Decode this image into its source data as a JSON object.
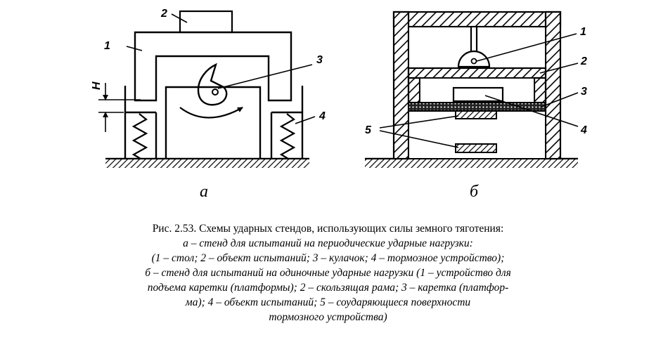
{
  "figure_a": {
    "label_1": "1",
    "label_2": "2",
    "label_3": "3",
    "label_4": "4",
    "label_h": "H",
    "sub": "a"
  },
  "figure_b": {
    "label_1": "1",
    "label_2": "2",
    "label_3": "3",
    "label_4": "4",
    "label_5": "5",
    "sub": "б"
  },
  "caption": {
    "line1": "Рис. 2.53. Схемы ударных стендов, использующих силы земного тяготения:",
    "line2": "а – стенд для испытаний на периодические ударные нагрузки:",
    "line3": "(1 – стол; 2 – объект испытаний; 3 – кулачок; 4 – тормозное устройство);",
    "line4": "б – стенд  для испытаний на одиночные ударные нагрузки (1 – устройство для",
    "line5": "подъема  каретки (платформы); 2 – скользящая рама; 3 – каретка (платфор-",
    "line6": "ма); 4 – объект  испытаний; 5 – соударяющиеся поверхности",
    "line7": "тормозного устройства)"
  }
}
